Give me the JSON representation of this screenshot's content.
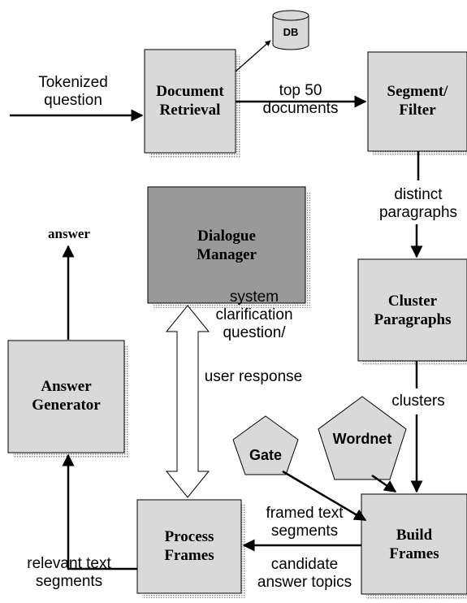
{
  "nodes": {
    "document_retrieval": "Document Retrieval",
    "segment_filter": "Segment/ Filter",
    "dialogue_manager": "Dialogue Manager",
    "cluster_paragraphs": "Cluster Paragraphs",
    "answer_generator": "Answer Generator",
    "process_frames": "Process Frames",
    "build_frames": "Build Frames",
    "db": "DB",
    "gate": "Gate",
    "wordnet": "Wordnet"
  },
  "edges": {
    "tokenized_question_line1": "Tokenized",
    "tokenized_question_line2": "question",
    "top50_line1": "top 50",
    "top50_line2": "documents",
    "distinct_line1": "distinct",
    "distinct_line2": "paragraphs",
    "clusters": "clusters",
    "answer": "answer",
    "system_line1": "system",
    "system_line2": "clarification",
    "system_line3": "question/",
    "user_response": "user response",
    "framed_line1": "framed text",
    "framed_line2": "segments",
    "candidate_line1": "candidate",
    "candidate_line2": "answer topics",
    "relevant_line1": "relevant text",
    "relevant_line2": "segments"
  },
  "colors": {
    "box_fill": "#d9d9d9",
    "dialogue_fill": "#999999",
    "shadow": "#8c8c8c",
    "stroke": "#000000"
  }
}
